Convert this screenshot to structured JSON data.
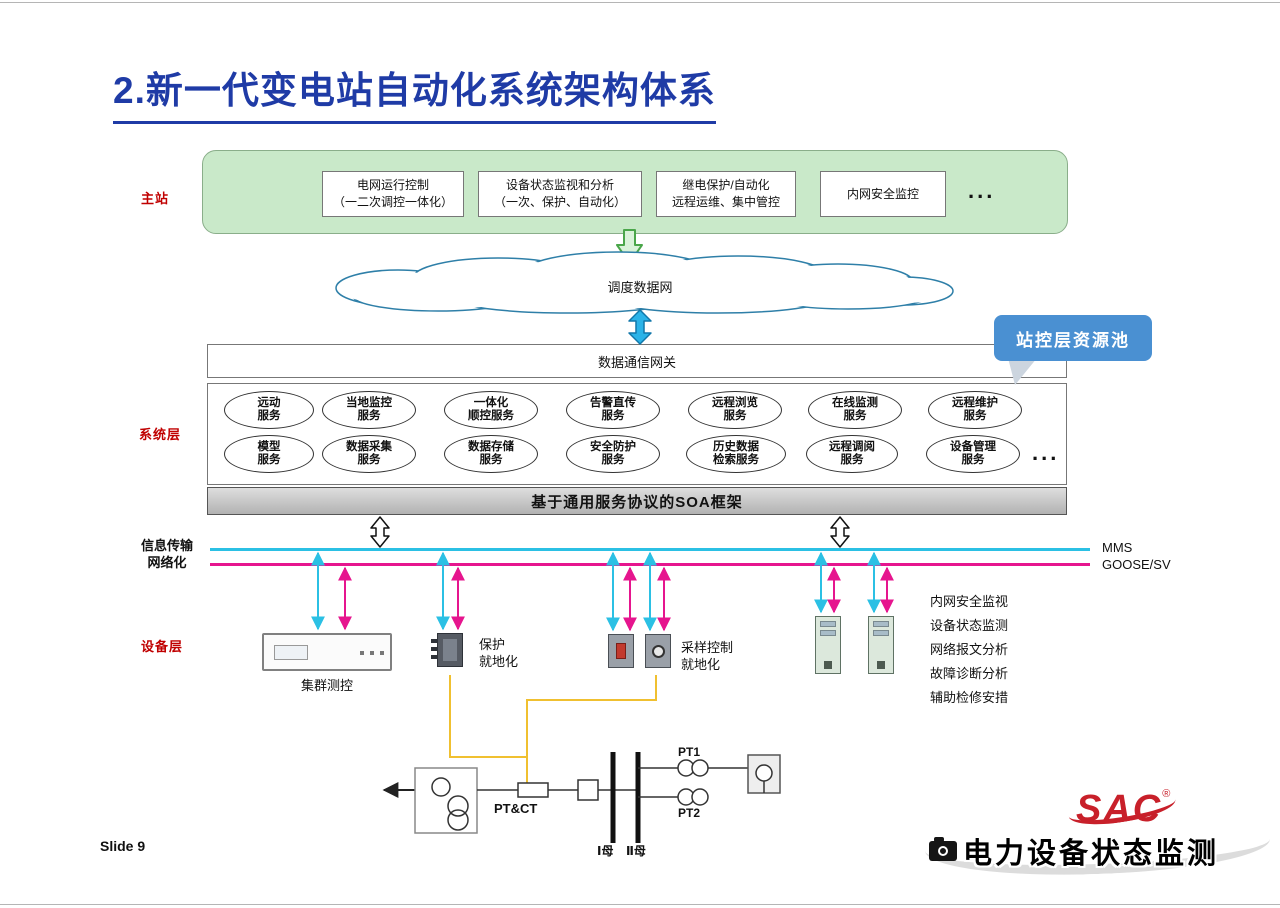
{
  "title": "2.新一代变电站自动化系统架构体系",
  "master_station": {
    "label": "主站",
    "ellipsis": "...",
    "boxes": [
      "电网运行控制\n（一二次调控一体化）",
      "设备状态监视和分析\n（一次、保护、自动化）",
      "继电保护/自动化\n远程运维、集中管控",
      "内网安全监控"
    ]
  },
  "cloud": {
    "label": "调度数据网"
  },
  "gateway": {
    "label": "数据通信网关"
  },
  "callout": {
    "label": "站控层资源池"
  },
  "system_layer": {
    "label": "系统层",
    "ellipsis": "...",
    "soa_label": "基于通用服务协议的SOA框架",
    "row1": [
      "远动\n服务",
      "当地监控\n服务",
      "一体化\n顺控服务",
      "告警直传\n服务",
      "远程浏览\n服务",
      "在线监测\n服务",
      "远程维护\n服务"
    ],
    "row2": [
      "模型\n服务",
      "数据采集\n服务",
      "数据存储\n服务",
      "安全防护\n服务",
      "历史数据\n检索服务",
      "远程调阅\n服务",
      "设备管理\n服务"
    ]
  },
  "network": {
    "label": "信息传输\n网络化",
    "mms": "MMS",
    "goose": "GOOSE/SV"
  },
  "device_layer": {
    "label": "设备层",
    "cluster": "集群测控",
    "protection": "保护\n就地化",
    "sampling": "采样控制\n就地化",
    "monitors": [
      "内网安全监视",
      "设备状态监测",
      "网络报文分析",
      "故障诊断分析",
      "辅助检修安措"
    ]
  },
  "circuit": {
    "ptct": "PT&CT",
    "pt1": "PT1",
    "pt2": "PT2",
    "bus1": "Ⅰ母",
    "bus2": "Ⅱ母"
  },
  "footer": {
    "slide": "Slide 9",
    "logo": "SAC",
    "logo_reg": "®",
    "watermark": "电力设备状态监测"
  },
  "colors": {
    "title_blue": "#1f3ba6",
    "panel_green": "#c9e9c9",
    "callout_blue": "#4a90d2",
    "cyan": "#2bc0e4",
    "magenta": "#e6158e",
    "red_label": "#c00000",
    "yellow": "#f0c030",
    "logo_red": "#c8202a"
  }
}
